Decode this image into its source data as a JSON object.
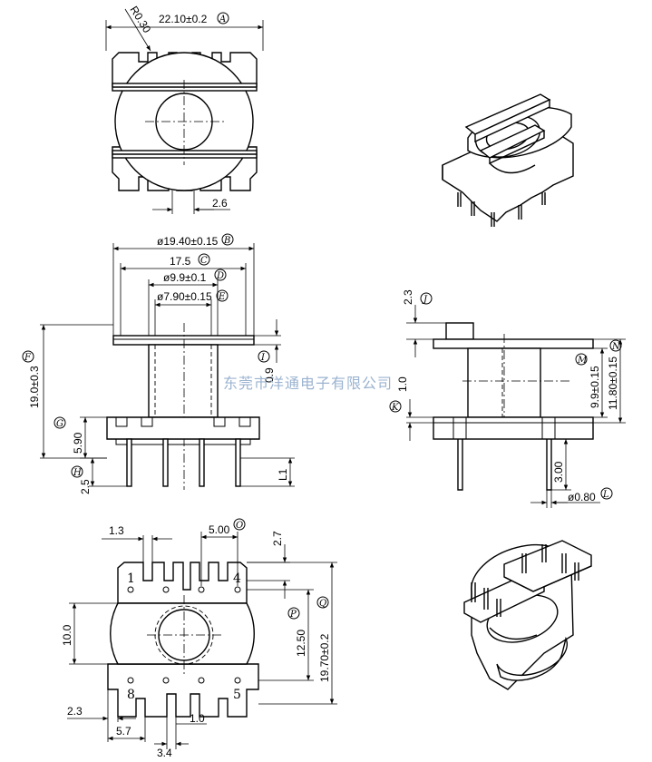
{
  "dimensions": {
    "top_radius": "R0.30",
    "top_width": "22.10±0.2",
    "top_pin_gap": "2.6",
    "flange_dia": "ø19.40±0.15",
    "flange_span": "17.5",
    "core_outer_dia": "ø9.9±0.1",
    "core_inner_dia": "ø7.90±0.15",
    "total_height": "19.0±0.3",
    "flange_thickness": "0.9",
    "base_height": "5.90",
    "pin_standoff": "2.5",
    "pin_length_label": "L1",
    "side_top_step": "2.3",
    "side_wall": "1.0",
    "winding_height": "9.9±0.15",
    "side_body_height": "11.80±0.15",
    "pin_length": "3.00",
    "pin_dia": "ø0.80",
    "bottom_pin_width": "1.3",
    "bottom_pin_pitch": "5.00",
    "bottom_slot_depth": "2.7",
    "bottom_width_inner": "10.0",
    "bottom_row_span": "12.50",
    "bottom_overall": "19.70±0.2",
    "bottom_edge_offset": "2.3",
    "bottom_span_left": "5.7",
    "bottom_slot_width": "1.0",
    "bottom_center_gap": "3.4"
  },
  "datum_labels": {
    "A": "A",
    "B": "B",
    "C": "C",
    "D": "D",
    "E": "E",
    "F": "F",
    "G": "G",
    "H": "H",
    "I": "I",
    "J": "J",
    "K": "K",
    "L": "L",
    "M": "M",
    "N": "N",
    "O": "O",
    "P": "P",
    "Q": "Q"
  },
  "pin_numbers": {
    "p1": "1",
    "p4": "4",
    "p5": "5",
    "p8": "8"
  },
  "watermark": "东莞市洋通电子有限公司"
}
